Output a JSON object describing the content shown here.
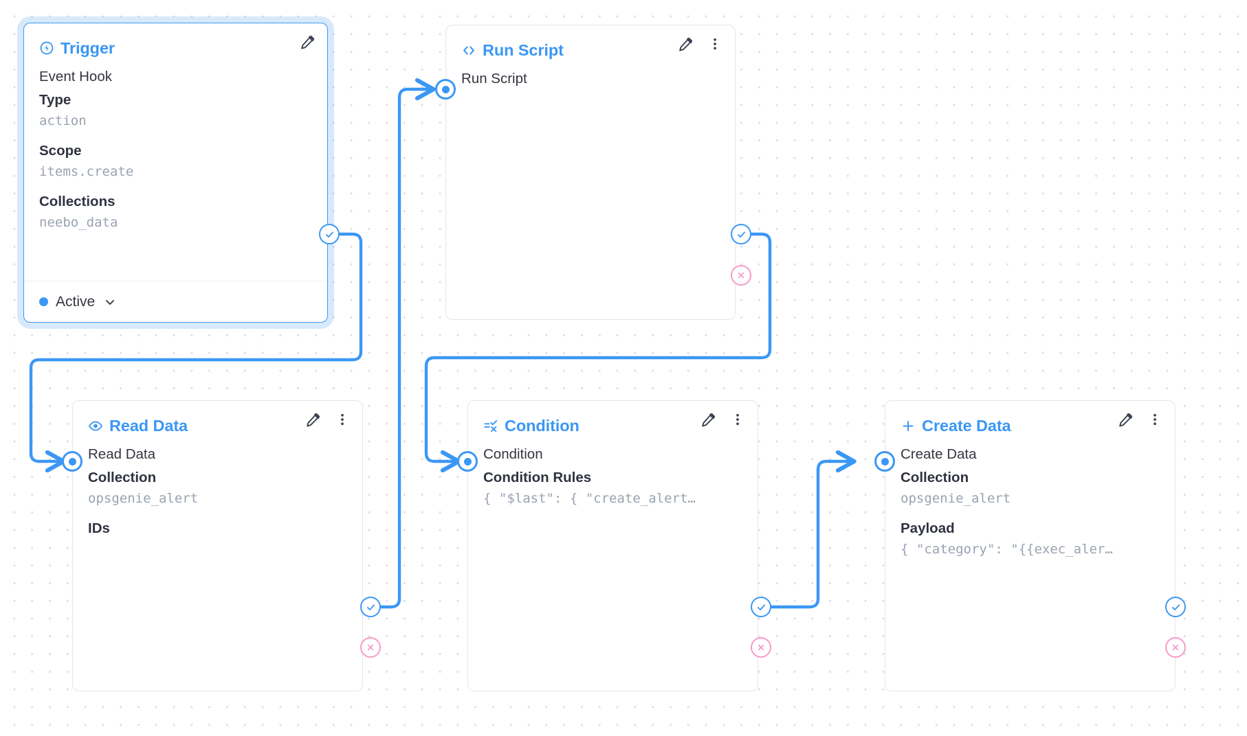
{
  "canvas": {
    "background_color": "#ffffff",
    "grid_dot_color": "#dcdfe4",
    "accent_color": "#3b97f4",
    "reject_color": "#f79ac8"
  },
  "nodes": [
    {
      "id": "trigger",
      "title": "Trigger",
      "icon": "bolt-circle-icon",
      "selected": true,
      "subtitle": "Event Hook",
      "fields": [
        {
          "label": "Type",
          "value": "action"
        },
        {
          "label": "Scope",
          "value": "items.create"
        },
        {
          "label": "Collections",
          "value": "neebo_data"
        }
      ],
      "status": "Active",
      "status_color": "#3b97f4",
      "has_edit": true,
      "has_menu": false,
      "has_input_port": false,
      "has_ok_port": true,
      "has_reject_port": false
    },
    {
      "id": "run-script",
      "title": "Run Script",
      "icon": "code-brackets-icon",
      "selected": false,
      "subtitle": "Run Script",
      "fields": [],
      "has_edit": true,
      "has_menu": true,
      "has_input_port": true,
      "has_ok_port": true,
      "has_reject_port": true
    },
    {
      "id": "read-data",
      "title": "Read Data",
      "icon": "eye-icon",
      "selected": false,
      "subtitle": "Read Data",
      "fields": [
        {
          "label": "Collection",
          "value": "opsgenie_alert"
        },
        {
          "label": "IDs",
          "value": ""
        }
      ],
      "has_edit": true,
      "has_menu": true,
      "has_input_port": true,
      "has_ok_port": true,
      "has_reject_port": true
    },
    {
      "id": "condition",
      "title": "Condition",
      "icon": "condition-rule-icon",
      "selected": false,
      "subtitle": "Condition",
      "fields": [
        {
          "label": "Condition Rules",
          "value": "{ \"$last\": { \"create_alert…"
        }
      ],
      "has_edit": true,
      "has_menu": true,
      "has_input_port": true,
      "has_ok_port": true,
      "has_reject_port": true
    },
    {
      "id": "create-data",
      "title": "Create Data",
      "icon": "plus-icon",
      "selected": false,
      "subtitle": "Create Data",
      "fields": [
        {
          "label": "Collection",
          "value": "opsgenie_alert"
        },
        {
          "label": "Payload",
          "value": "{ \"category\": \"{{exec_aler…"
        }
      ],
      "has_edit": true,
      "has_menu": true,
      "has_input_port": true,
      "has_ok_port": true,
      "has_reject_port": true
    }
  ],
  "edges": [
    {
      "from": "trigger-ok",
      "to": "read-data-in"
    },
    {
      "from": "read-data-ok",
      "to": "run-script-in"
    },
    {
      "from": "run-script-ok",
      "to": "condition-in"
    },
    {
      "from": "condition-ok",
      "to": "create-data-in"
    }
  ]
}
